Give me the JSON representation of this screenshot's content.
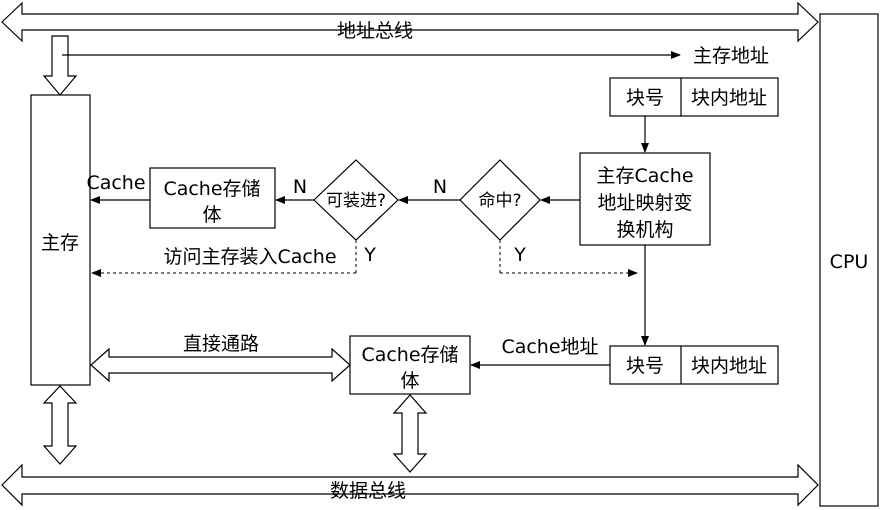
{
  "buses": {
    "address_bus": "地址总线",
    "data_bus": "数据总线"
  },
  "cpu": {
    "label": "CPU"
  },
  "main_memory": {
    "label": "主存"
  },
  "main_address": {
    "label": "主存地址",
    "block_no": "块号",
    "block_offset": "块内地址"
  },
  "mapper": {
    "line1": "主存Cache",
    "line2": "地址映射变",
    "line3": "换机构"
  },
  "hit_decision": {
    "label": "命中?",
    "no": "N",
    "yes": "Y"
  },
  "load_decision": {
    "label": "可装进?",
    "no": "N",
    "yes": "Y"
  },
  "cache_memory_top": {
    "line1": "Cache存储",
    "line2": "体",
    "side_label": "Cache"
  },
  "load_path": {
    "label": "访问主存装入Cache"
  },
  "direct_path": {
    "label": "直接通路"
  },
  "cache_memory_bottom": {
    "line1": "Cache存储",
    "line2": "体"
  },
  "cache_address": {
    "label": "Cache地址",
    "block_no": "块号",
    "block_offset": "块内地址"
  }
}
